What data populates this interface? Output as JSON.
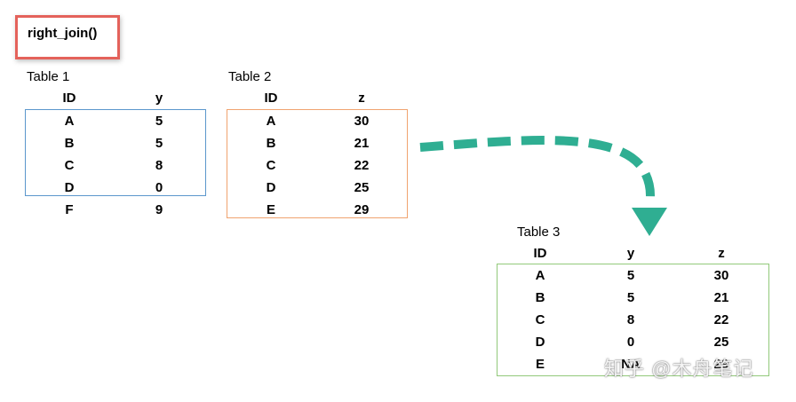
{
  "header": {
    "title": "right_join()"
  },
  "table1": {
    "caption": "Table 1",
    "columns": [
      "ID",
      "y"
    ],
    "rows": [
      [
        "A",
        "5"
      ],
      [
        "B",
        "5"
      ],
      [
        "C",
        "8"
      ],
      [
        "D",
        "0"
      ],
      [
        "F",
        "9"
      ]
    ]
  },
  "table2": {
    "caption": "Table 2",
    "columns": [
      "ID",
      "z"
    ],
    "rows": [
      [
        "A",
        "30"
      ],
      [
        "B",
        "21"
      ],
      [
        "C",
        "22"
      ],
      [
        "D",
        "25"
      ],
      [
        "E",
        "29"
      ]
    ]
  },
  "table3": {
    "caption": "Table 3",
    "columns": [
      "ID",
      "y",
      "z"
    ],
    "rows": [
      [
        "A",
        "5",
        "30"
      ],
      [
        "B",
        "5",
        "21"
      ],
      [
        "C",
        "8",
        "22"
      ],
      [
        "D",
        "0",
        "25"
      ],
      [
        "E",
        "NA",
        "29"
      ]
    ]
  },
  "colors": {
    "title_border": "#e4625b",
    "table1_border": "#5b97cc",
    "table2_border": "#f0a36f",
    "table3_border": "#92c97a",
    "arrow": "#2fae92"
  },
  "watermark": "知乎 @木舟笔记"
}
